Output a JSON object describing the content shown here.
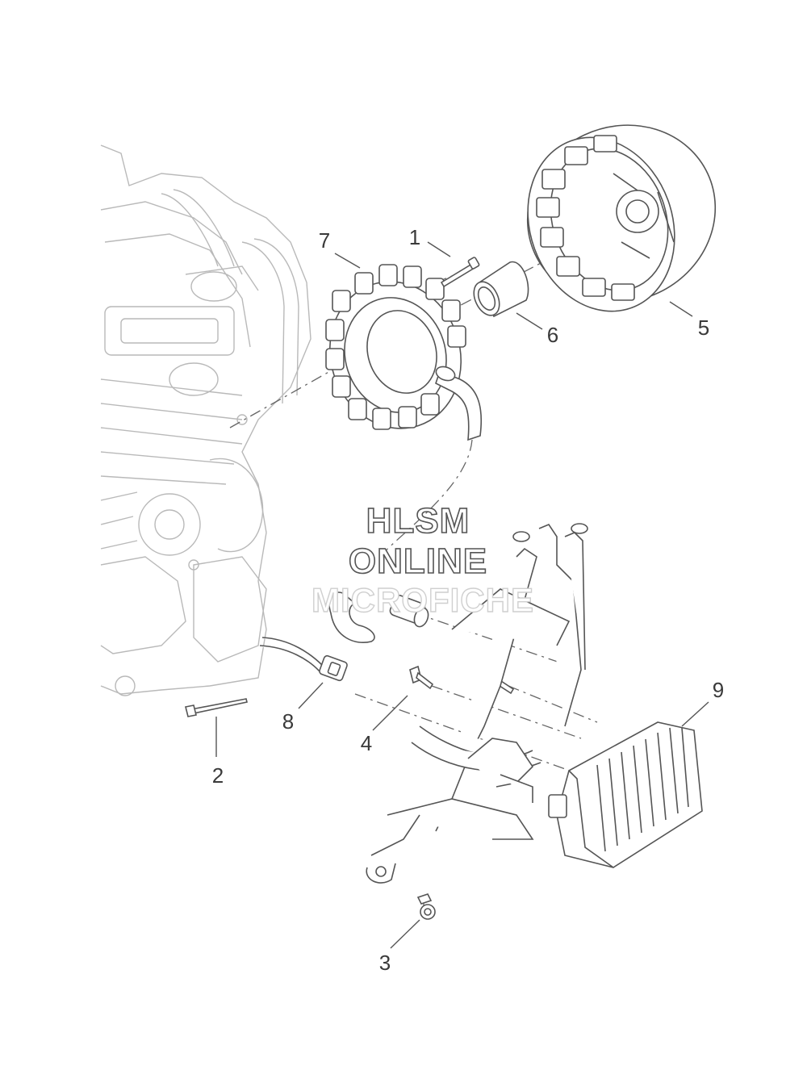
{
  "watermark": {
    "line1": "HLSM",
    "line2": "ONLINE",
    "line3": "MICROFICHE"
  },
  "callouts": [
    {
      "id": "1",
      "label": "1"
    },
    {
      "id": "2",
      "label": "2"
    },
    {
      "id": "3",
      "label": "3"
    },
    {
      "id": "4",
      "label": "4"
    },
    {
      "id": "5",
      "label": "5"
    },
    {
      "id": "6",
      "label": "6"
    },
    {
      "id": "7",
      "label": "7"
    },
    {
      "id": "8",
      "label": "8"
    },
    {
      "id": "9",
      "label": "9"
    }
  ],
  "colors": {
    "background": "#ffffff",
    "line": "#555555",
    "engine_ghost": "#b9b9b9"
  }
}
